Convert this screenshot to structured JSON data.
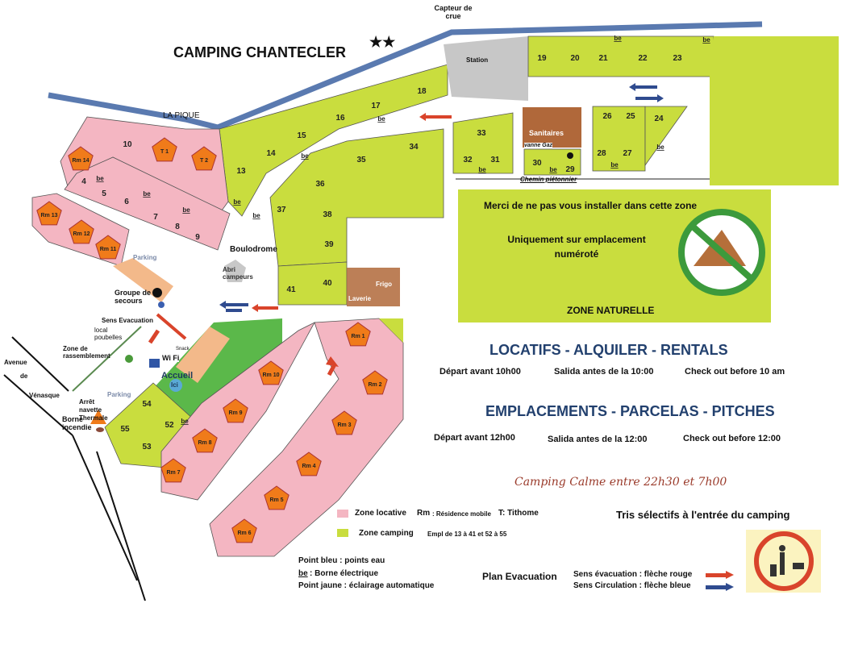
{
  "title": "CAMPING CHANTECLER",
  "stars": "★★",
  "colors": {
    "rental": "#f4b6c2",
    "camping": "#c9dd3e",
    "road": "#5a7ab0",
    "evac_arrow": "#d9442b",
    "circ_arrow": "#2f4b8f",
    "services": "#b0683a",
    "reception": "#5bb84a",
    "heading": "#22406e"
  },
  "labels": {
    "capteur": "Capteur de crue",
    "station": "Station",
    "la_pique": "LA PIQUE",
    "sanitaires": "Sanitaires",
    "vanne_gaz": "vanne Gaz",
    "chemin": "Chemin piétonnier",
    "boulodrome": "Boulodrome",
    "abri": "Abri campeurs",
    "frigo": "Frigo",
    "laverie": "Laverie",
    "parking1": "Parking",
    "parking2": "Parking",
    "groupe": "Groupe de secours",
    "sens_evac": "Sens Evacuation",
    "local": "local poubelles",
    "zone_rass": "Zone de rassemblement",
    "avenue": "Avenue",
    "de": "de",
    "venasque": "Vénasque",
    "arret": "Arrêt navette Thermale",
    "borne": "Borne incendie",
    "wifi": "Wi Fi",
    "snack": "Snack",
    "accueil": "Accueil",
    "ici": "Ici"
  },
  "pitches": {
    "camping": [
      "13",
      "14",
      "15",
      "16",
      "17",
      "18",
      "19",
      "20",
      "21",
      "22",
      "23",
      "24",
      "25",
      "26",
      "27",
      "28",
      "29",
      "30",
      "31",
      "32",
      "33",
      "34",
      "35",
      "36",
      "37",
      "38",
      "39",
      "40",
      "41",
      "52",
      "53",
      "54",
      "55"
    ],
    "rental": [
      "Rm 14",
      "T 1",
      "T 2",
      "10",
      "4",
      "5",
      "6",
      "7",
      "8",
      "9",
      "Rm 13",
      "Rm 12",
      "Rm 11",
      "Rm 1",
      "Rm 2",
      "Rm 3",
      "Rm 4",
      "Rm 5",
      "Rm 6",
      "Rm 7",
      "Rm 8",
      "Rm 9",
      "Rm 10"
    ],
    "be_label": "be"
  },
  "zone_naturelle": {
    "line1": "Merci de ne pas vous installer dans cette zone",
    "line2": "Uniquement sur emplacement numéroté",
    "title": "ZONE NATURELLE",
    "icon": "no-camping-icon"
  },
  "rentals": {
    "heading": "LOCATIFS  -  ALQUILER -   RENTALS",
    "fr": "Départ avant 10h00",
    "es": "Salida antes de la 10:00",
    "en": "Check out before 10 am"
  },
  "pitches_info": {
    "heading": "EMPLACEMENTS - PARCELAS - PITCHES",
    "fr": "Départ avant 12h00",
    "es": "Salida antes de la 12:00",
    "en": "Check out before 12:00"
  },
  "quiet": "Camping Calme entre  22h30 et 7h00",
  "legend": {
    "zone_locative": "Zone locative",
    "rm": "Rm",
    "rm_desc": ": Résidence mobile",
    "t_desc": "T: Tithome",
    "zone_camping": "Zone camping",
    "empl": "Empl de 13 à 41 et 52 à 55",
    "point_bleu": "Point bleu : points eau",
    "be": "be",
    "be_desc": ": Borne électrique",
    "point_jaune": "Point jaune : éclairage automatique",
    "plan_evac": "Plan Evacuation",
    "sens_evac": "Sens évacuation : flèche rouge",
    "sens_circ": "Sens Circulation : flèche bleue",
    "tris": "Tris sélectifs à l'entrée du camping",
    "tris_icon": "dog-waste-bin-icon"
  }
}
